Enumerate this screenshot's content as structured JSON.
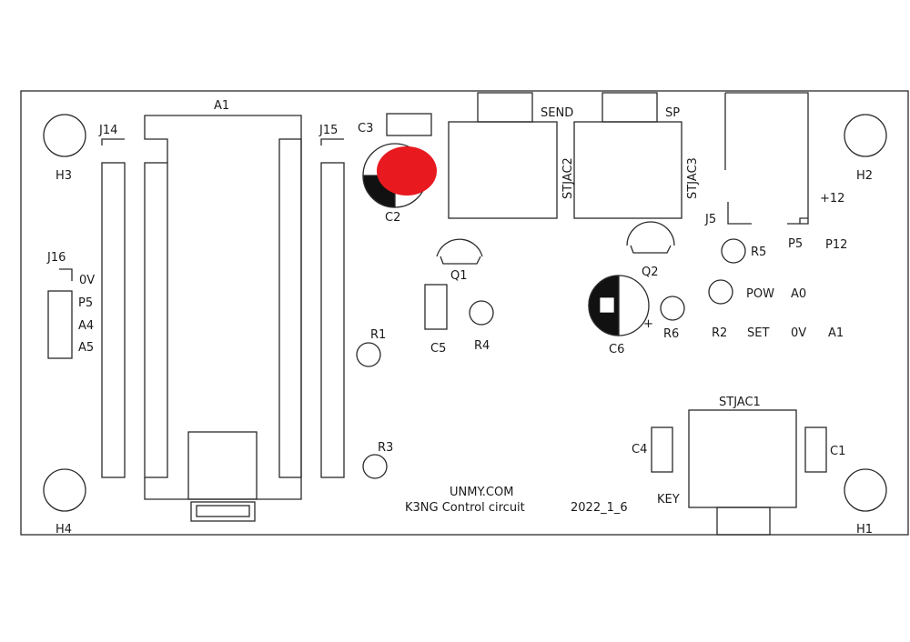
{
  "colors": {
    "stroke": "#2a2a2a",
    "marker": "#e8191f",
    "background": "#ffffff"
  },
  "board": {
    "labels": {
      "a1": "A1",
      "j14": "J14",
      "j15": "J15",
      "j16": "J16",
      "h1": "H1",
      "h2": "H2",
      "h3": "H3",
      "h4": "H4",
      "c1": "C1",
      "c2": "C2",
      "c3": "C3",
      "c4": "C4",
      "c5": "C5",
      "c6": "C6",
      "q1": "Q1",
      "q2": "Q2",
      "r1": "R1",
      "r2": "R2",
      "r3": "R3",
      "r4": "R4",
      "r5": "R5",
      "r6": "R6",
      "send": "SEND",
      "sp": "SP",
      "stjac1": "STJAC1",
      "stjac2": "STJAC2",
      "stjac3": "STJAC3",
      "j5": "J5",
      "p5_right": "P5",
      "p12": "P12",
      "plus12": "+12",
      "pow": "POW",
      "a0": "A0",
      "set": "SET",
      "ov_right": "0V",
      "a1_pin": "A1",
      "ov_left": "0V",
      "p5_left": "P5",
      "a4": "A4",
      "a5": "A5",
      "key": "KEY",
      "plus": "+"
    },
    "footer": {
      "site": "UNMY.COM",
      "title": "K3NG Control circuit",
      "date": "2022_1_6"
    }
  }
}
